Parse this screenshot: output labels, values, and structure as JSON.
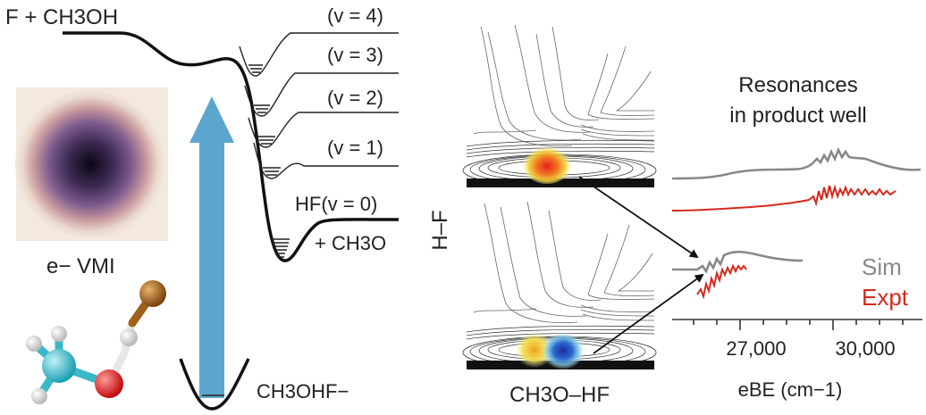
{
  "labels": {
    "reactants": "F + CH3OH",
    "v4": "(v = 4)",
    "v3": "(v = 3)",
    "v2": "(v = 2)",
    "v1": "(v = 1)",
    "v0": "HF(v = 0)",
    "plus_ch3o": "+ CH3O",
    "anion": "CH3OHF−",
    "vmi": "e− VMI",
    "hf_axis": "H–F",
    "ch3ohf_axis": "CH3O–HF",
    "resonances_line1": "Resonances",
    "resonances_line2": "in product well",
    "sim": "Sim",
    "expt": "Expt",
    "tick_27000": "27,000",
    "tick_30000": "30,000",
    "ebe_axis": "eBE (cm−1)"
  },
  "colors": {
    "arrow_blue": "#5aa6cf",
    "sim_gray": "#888888",
    "expt_red": "#d42a1e",
    "carbon_cyan": "#3bb8c8",
    "oxygen_red": "#e01f1f",
    "fluorine_brown": "#a0601a",
    "hydrogen_white": "#f2f2f2"
  }
}
